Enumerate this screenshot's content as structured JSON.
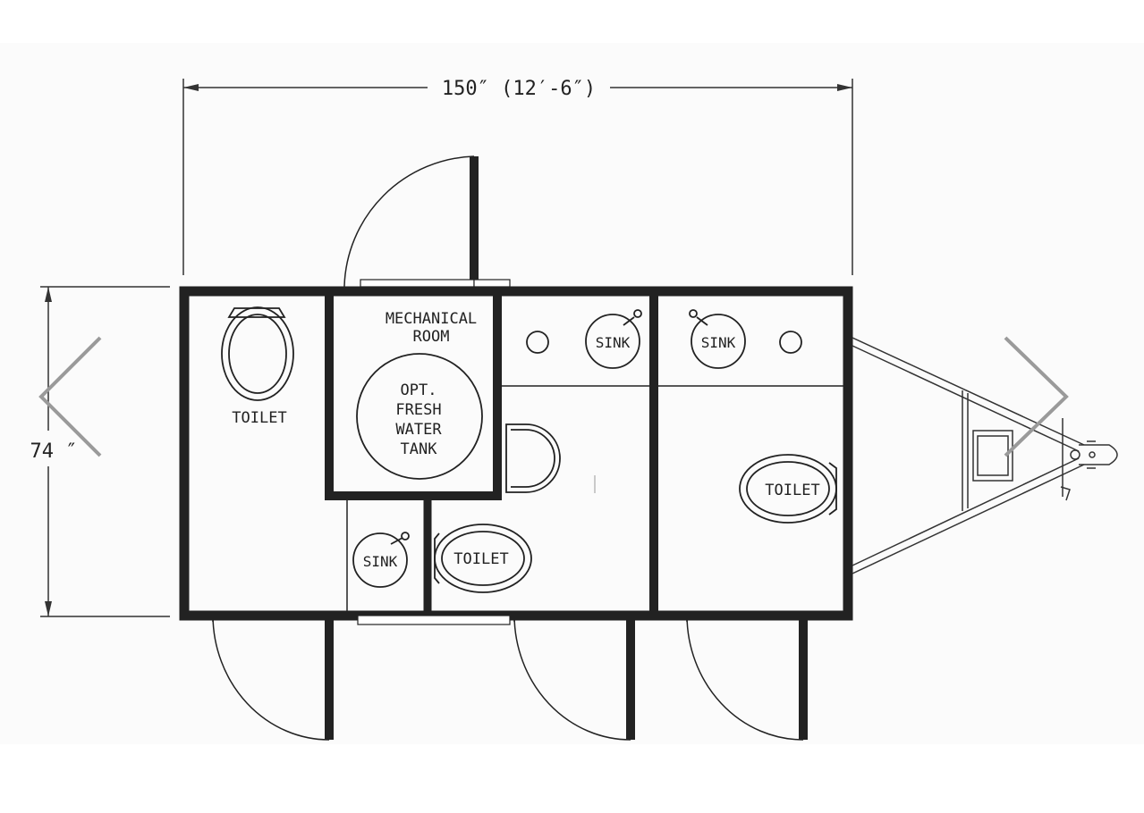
{
  "dimensions": {
    "width_label": "150″ (12′-6″)",
    "height_label": "74 ″"
  },
  "rooms": {
    "toilet_left": "TOILET",
    "mechanical_line1": "MECHANICAL",
    "mechanical_line2": "ROOM",
    "tank_line1": "OPT.",
    "tank_line2": "FRESH",
    "tank_line3": "WATER",
    "tank_line4": "TANK",
    "sink_small": "SINK",
    "toilet_center": "TOILET",
    "sink_center": "SINK",
    "sink_right": "SINK",
    "toilet_right": "TOILET"
  },
  "navigation": {
    "prev_icon": "chevron-left-icon",
    "next_icon": "chevron-right-icon"
  },
  "colors": {
    "wall": "#222222",
    "line": "#333333",
    "arrow": "#9a9a9a",
    "page_edge": "#f0f0f0"
  }
}
